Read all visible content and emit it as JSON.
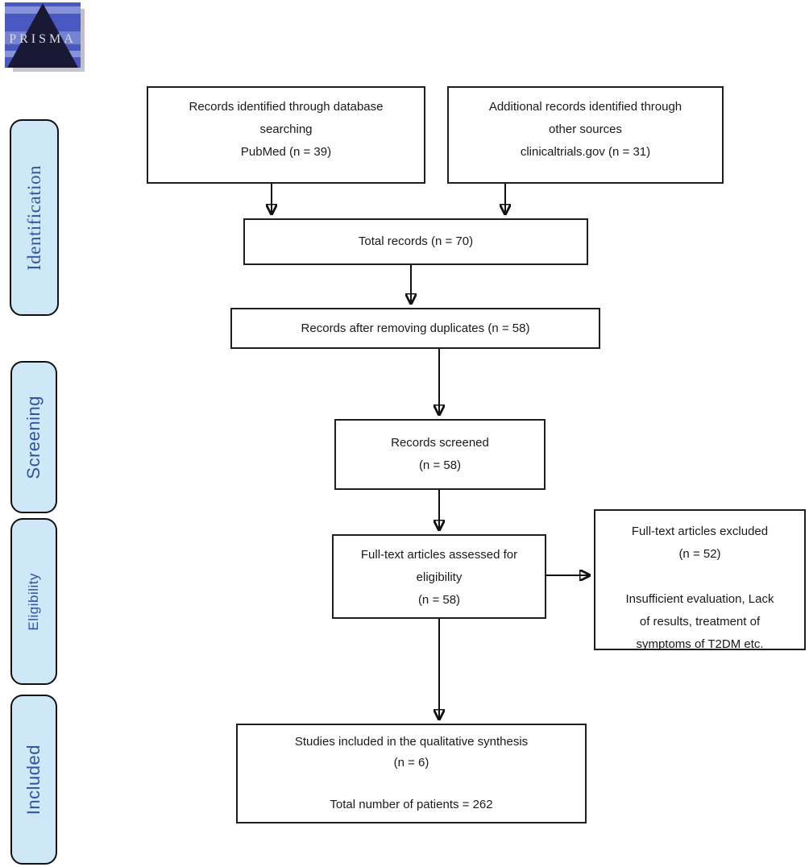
{
  "logo": {
    "text": "PRISMA"
  },
  "stages": {
    "identification": "Identification",
    "screening": "Screening",
    "eligibility": "Eligibility",
    "included": "Included"
  },
  "boxes": {
    "db_search": {
      "lines": [
        "Records identified through database",
        "searching",
        "PubMed (n = 39)"
      ]
    },
    "other_sources": {
      "lines": [
        "Additional records identified through",
        "other sources",
        "clinicaltrials.gov (n = 31)"
      ]
    },
    "total_records": {
      "lines": [
        "Total records (n = 70)"
      ]
    },
    "after_duplicates": {
      "lines": [
        "Records after removing duplicates (n = 58)"
      ]
    },
    "screened": {
      "lines": [
        "Records screened",
        "(n = 58)"
      ]
    },
    "fulltext_assessed": {
      "lines": [
        "Full-text articles assessed for",
        "eligibility",
        "(n = 58)"
      ]
    },
    "fulltext_excluded": {
      "lines": [
        "Full-text articles excluded",
        "(n = 52)",
        "",
        "Insufficient evaluation, Lack",
        "of results, treatment of",
        "symptoms of T2DM etc."
      ]
    },
    "included_studies": {
      "lines": [
        "Studies included in the qualitative synthesis",
        "(n = 6)",
        "",
        "Total number of patients = 262"
      ]
    }
  },
  "colors": {
    "stage_fill": "#cfe8f8",
    "stage_text": "#30549b",
    "box_border": "#1f1f1f",
    "arrow": "#111111",
    "logo_blue": "#4a59c1",
    "logo_stripe": "#8693da",
    "logo_band": "#7583d3",
    "logo_triangle": "#191936",
    "logo_letters": "#dcdce6"
  }
}
